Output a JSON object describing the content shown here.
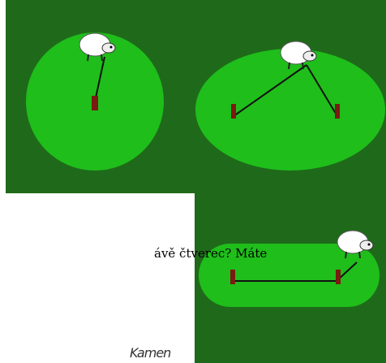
{
  "text": {
    "line": "ávě čtverec? Máte",
    "handwriting": "Kamen"
  },
  "colors": {
    "dark_green": "#1f6a1a",
    "light_green": "#1fbe1b",
    "post": "#7a1a10",
    "rope": "#111111",
    "sheep": "#ffffff"
  },
  "panels": [
    {
      "name": "circle-pasture",
      "shape": "circle",
      "posts": 1
    },
    {
      "name": "ellipse-pasture",
      "shape": "ellipse",
      "posts": 2
    },
    {
      "name": "stadium-pasture",
      "shape": "stadium",
      "posts": 2
    }
  ]
}
